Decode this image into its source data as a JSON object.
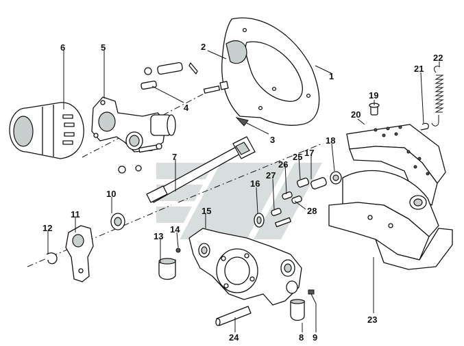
{
  "callouts": [
    {
      "id": "1",
      "label": "1"
    },
    {
      "id": "2",
      "label": "2"
    },
    {
      "id": "3",
      "label": "3"
    },
    {
      "id": "4",
      "label": "4"
    },
    {
      "id": "5",
      "label": "5"
    },
    {
      "id": "6",
      "label": "6"
    },
    {
      "id": "7",
      "label": "7"
    },
    {
      "id": "8",
      "label": "8"
    },
    {
      "id": "9",
      "label": "9"
    },
    {
      "id": "10",
      "label": "10"
    },
    {
      "id": "11",
      "label": "11"
    },
    {
      "id": "12",
      "label": "12"
    },
    {
      "id": "13",
      "label": "13"
    },
    {
      "id": "14",
      "label": "14"
    },
    {
      "id": "15",
      "label": "15"
    },
    {
      "id": "16",
      "label": "16"
    },
    {
      "id": "17",
      "label": "17"
    },
    {
      "id": "18",
      "label": "18"
    },
    {
      "id": "19",
      "label": "19"
    },
    {
      "id": "20",
      "label": "20"
    },
    {
      "id": "21",
      "label": "21"
    },
    {
      "id": "22",
      "label": "22"
    },
    {
      "id": "23",
      "label": "23"
    },
    {
      "id": "24",
      "label": "24"
    },
    {
      "id": "25",
      "label": "25"
    },
    {
      "id": "26",
      "label": "26"
    },
    {
      "id": "27",
      "label": "27"
    },
    {
      "id": "28",
      "label": "28"
    }
  ],
  "colors": {
    "line": "#111111",
    "watermark": "#b8c3c3",
    "background": "#ffffff"
  }
}
